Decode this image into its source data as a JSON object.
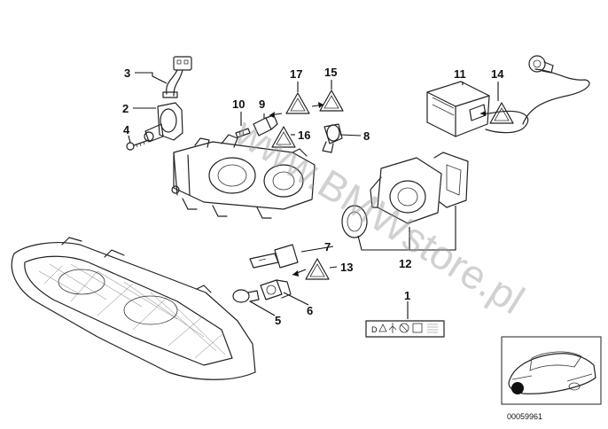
{
  "labels": {
    "l1": "1",
    "l2": "2",
    "l3": "3",
    "l4": "4",
    "l5": "5",
    "l6": "6",
    "l7": "7",
    "l8": "8",
    "l9": "9",
    "l10": "10",
    "l11": "11",
    "l12": "12",
    "l13": "13",
    "l14": "14",
    "l15": "15",
    "l16": "16",
    "l17": "17"
  },
  "watermark": "www.BMWstore.pl",
  "diagram_ref": "00059961",
  "colors": {
    "line": "#222222",
    "watermark": "#9a9a9a",
    "background": "#ffffff"
  }
}
